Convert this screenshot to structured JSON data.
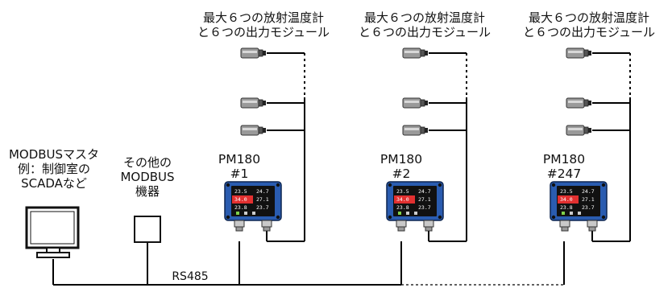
{
  "groups": [
    {
      "header_line1": "最大６つの放射温度計",
      "header_line2": "と６つの出力モジュール",
      "device_name": "PM180",
      "device_id": "#1",
      "screen": {
        "rows": [
          [
            "23.5",
            "24.7"
          ],
          [
            "34.0",
            "27.1"
          ],
          [
            "23.8",
            "23.7"
          ]
        ]
      }
    },
    {
      "header_line1": "最大６つの放射温度計",
      "header_line2": "と６つの出力モジュール",
      "device_name": "PM180",
      "device_id": "#2",
      "screen": {
        "rows": [
          [
            "23.5",
            "24.7"
          ],
          [
            "34.0",
            "27.1"
          ],
          [
            "23.8",
            "23.7"
          ]
        ]
      }
    },
    {
      "header_line1": "最大６つの放射温度計",
      "header_line2": "と６つの出力モジュール",
      "device_name": "PM180",
      "device_id": "#247",
      "screen": {
        "rows": [
          [
            "23.5",
            "24.7"
          ],
          [
            "34.0",
            "27.1"
          ],
          [
            "23.8",
            "23.7"
          ]
        ]
      }
    }
  ],
  "master": {
    "line1": "MODBUSマスタ",
    "line2": "例：制御室の",
    "line3": "SCADAなど"
  },
  "other": {
    "line1": "その他の",
    "line2": "MODBUS",
    "line3": "機器"
  },
  "bus_label": "RS485",
  "colors": {
    "enclosure": "#2a5cb0",
    "screen_bg": "#111111",
    "highlight": "#e23030",
    "cable": "#000000"
  },
  "icons": [
    "sensor-icon",
    "monitor-icon",
    "device-box-icon"
  ]
}
